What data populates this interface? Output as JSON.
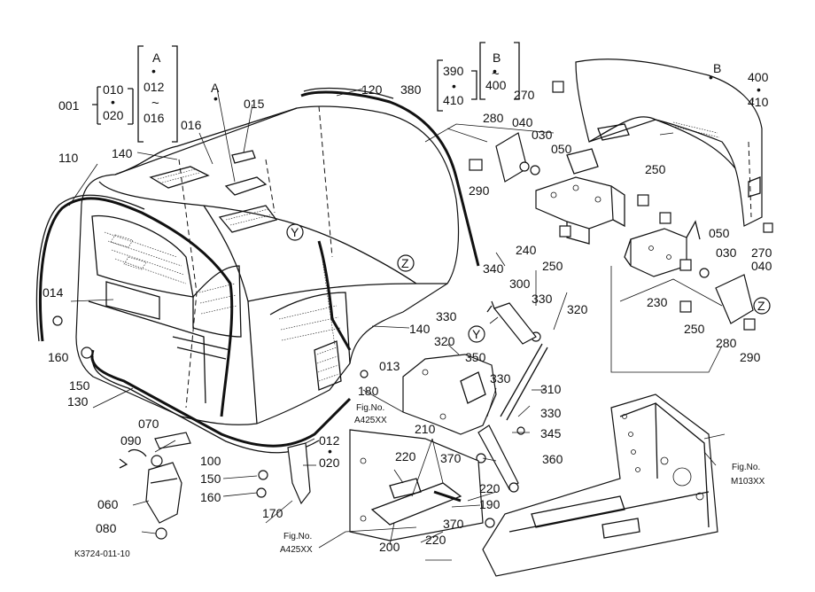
{
  "labels": {
    "callouts": [
      {
        "id": "c001",
        "text": "001"
      },
      {
        "id": "c010",
        "text": "010"
      },
      {
        "id": "c020a",
        "text": "020"
      },
      {
        "id": "cA1",
        "text": "A"
      },
      {
        "id": "c012a",
        "text": "012"
      },
      {
        "id": "c016a",
        "text": "016"
      },
      {
        "id": "cA2",
        "text": "A"
      },
      {
        "id": "c016b",
        "text": "016"
      },
      {
        "id": "c015",
        "text": "015"
      },
      {
        "id": "c120",
        "text": "120"
      },
      {
        "id": "c380",
        "text": "380"
      },
      {
        "id": "c390",
        "text": "390"
      },
      {
        "id": "c410a",
        "text": "410"
      },
      {
        "id": "cB1",
        "text": "B"
      },
      {
        "id": "c400a",
        "text": "400"
      },
      {
        "id": "cB2",
        "text": "B"
      },
      {
        "id": "c400b",
        "text": "400"
      },
      {
        "id": "c410b",
        "text": "410"
      },
      {
        "id": "c270a",
        "text": "270"
      },
      {
        "id": "c280a",
        "text": "280"
      },
      {
        "id": "c040a",
        "text": "040"
      },
      {
        "id": "c030a",
        "text": "030"
      },
      {
        "id": "c050a",
        "text": "050"
      },
      {
        "id": "c290a",
        "text": "290"
      },
      {
        "id": "c250a",
        "text": "250"
      },
      {
        "id": "c240",
        "text": "240"
      },
      {
        "id": "c250b",
        "text": "250"
      },
      {
        "id": "c050b",
        "text": "050"
      },
      {
        "id": "c030b",
        "text": "030"
      },
      {
        "id": "c270b",
        "text": "270"
      },
      {
        "id": "c040b",
        "text": "040"
      },
      {
        "id": "c230",
        "text": "230"
      },
      {
        "id": "c250c",
        "text": "250"
      },
      {
        "id": "c280b",
        "text": "280"
      },
      {
        "id": "c290b",
        "text": "290"
      },
      {
        "id": "c140a",
        "text": "140"
      },
      {
        "id": "c110",
        "text": "110"
      },
      {
        "id": "c014",
        "text": "014"
      },
      {
        "id": "c160a",
        "text": "160"
      },
      {
        "id": "c150a",
        "text": "150"
      },
      {
        "id": "c130",
        "text": "130"
      },
      {
        "id": "c140b",
        "text": "140"
      },
      {
        "id": "c340",
        "text": "340"
      },
      {
        "id": "c300",
        "text": "300"
      },
      {
        "id": "c330a",
        "text": "330"
      },
      {
        "id": "c320a",
        "text": "320"
      },
      {
        "id": "c330b",
        "text": "330"
      },
      {
        "id": "c320b",
        "text": "320"
      },
      {
        "id": "c350",
        "text": "350"
      },
      {
        "id": "c013",
        "text": "013"
      },
      {
        "id": "c180",
        "text": "180"
      },
      {
        "id": "c330c",
        "text": "330"
      },
      {
        "id": "c310",
        "text": "310"
      },
      {
        "id": "c330d",
        "text": "330"
      },
      {
        "id": "c345",
        "text": "345"
      },
      {
        "id": "c210",
        "text": "210"
      },
      {
        "id": "c012b",
        "text": "012"
      },
      {
        "id": "c020b",
        "text": "020"
      },
      {
        "id": "c070",
        "text": "070"
      },
      {
        "id": "c090",
        "text": "090"
      },
      {
        "id": "c100",
        "text": "100"
      },
      {
        "id": "c370a",
        "text": "370"
      },
      {
        "id": "c360",
        "text": "360"
      },
      {
        "id": "c220a",
        "text": "220"
      },
      {
        "id": "c150b",
        "text": "150"
      },
      {
        "id": "c160b",
        "text": "160"
      },
      {
        "id": "c220b",
        "text": "220"
      },
      {
        "id": "c190",
        "text": "190"
      },
      {
        "id": "c060",
        "text": "060"
      },
      {
        "id": "c170",
        "text": "170"
      },
      {
        "id": "c370b",
        "text": "370"
      },
      {
        "id": "c200",
        "text": "200"
      },
      {
        "id": "c220c",
        "text": "220"
      },
      {
        "id": "c080",
        "text": "080"
      }
    ],
    "circled": [
      {
        "id": "y1",
        "text": "Y"
      },
      {
        "id": "z1",
        "text": "Z"
      },
      {
        "id": "y2",
        "text": "Y"
      },
      {
        "id": "z2",
        "text": "Z"
      }
    ],
    "figrefs": [
      {
        "id": "f1",
        "line1": "Fig.No.",
        "line2": "A425XX"
      },
      {
        "id": "f2",
        "line1": "Fig.No.",
        "line2": "M103XX"
      },
      {
        "id": "f3",
        "line1": "Fig.No.",
        "line2": "A425XX"
      }
    ],
    "tilde": "~",
    "dot": "•",
    "footer_code": "K3724-011-10"
  }
}
